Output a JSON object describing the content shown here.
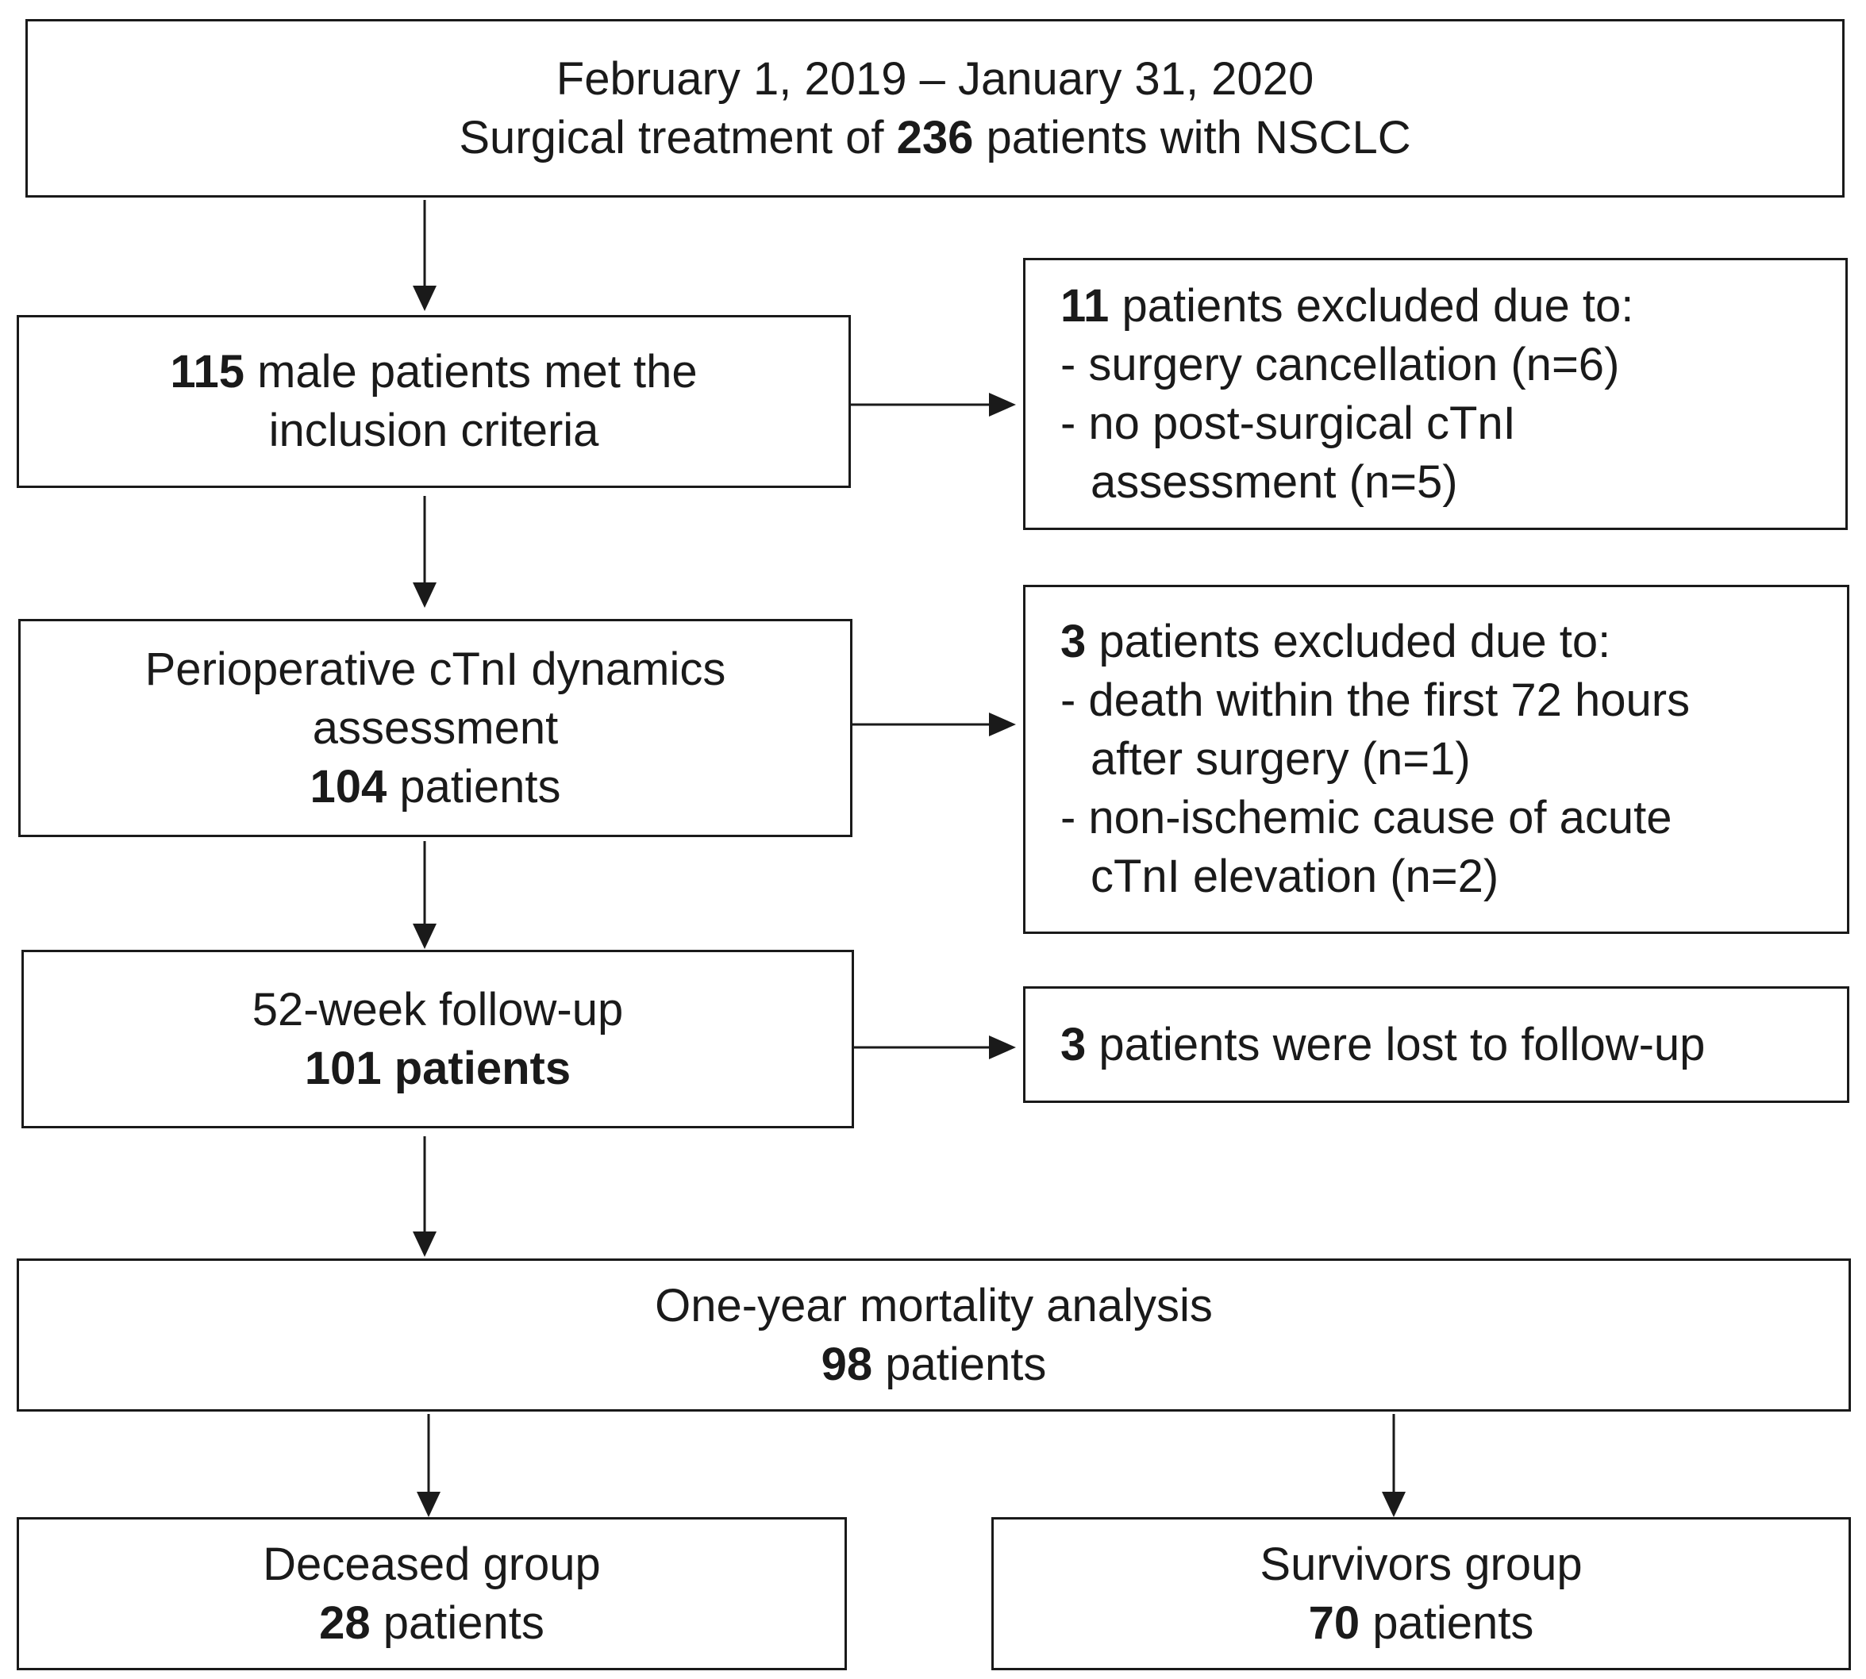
{
  "boxes": {
    "enrollment": {
      "date_range": "February 1, 2019 – January 31, 2020",
      "prefix": "Surgical treatment of ",
      "count": "236",
      "suffix": " patients with NSCLC"
    },
    "inclusion": {
      "count": "115",
      "line1_suffix": " male patients met the",
      "line2": "inclusion criteria"
    },
    "exclusion1": {
      "count": "11",
      "header_suffix": " patients excluded due to:",
      "items": [
        "- surgery cancellation (n=6)",
        "- no post-surgical cTnI",
        "assessment (n=5)"
      ]
    },
    "perioperative": {
      "line1": "Perioperative cTnI dynamics",
      "line2": "assessment",
      "count": "104",
      "count_suffix": " patients"
    },
    "exclusion2": {
      "count": "3",
      "header_suffix": " patients excluded due to:",
      "items": [
        "- death within the first 72 hours",
        "after surgery (n=1)",
        "- non-ischemic cause of acute",
        "cTnI elevation (n=2)"
      ]
    },
    "followup": {
      "line1": "52-week follow-up",
      "line2": "101 patients"
    },
    "lost": {
      "count": "3",
      "suffix": " patients were lost to follow-up"
    },
    "mortality": {
      "line1": "One-year mortality analysis",
      "count": "98",
      "count_suffix": " patients"
    },
    "deceased": {
      "line1": "Deceased group",
      "count": "28",
      "count_suffix": " patients"
    },
    "survivors": {
      "line1": "Survivors group",
      "count": "70",
      "count_suffix": " patients"
    }
  }
}
